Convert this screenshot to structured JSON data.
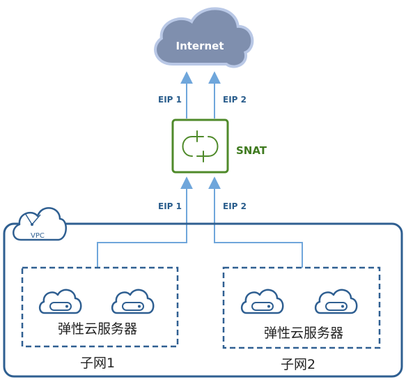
{
  "internet": {
    "label": "Internet"
  },
  "snat": {
    "label": "SNAT"
  },
  "upper_links": {
    "left": "EIP 1",
    "right": "EIP 2"
  },
  "lower_links": {
    "left": "EIP 1",
    "right": "EIP 2"
  },
  "vpc": {
    "label": "VPC"
  },
  "subnets": [
    {
      "label": "子网1",
      "servers_caption": "弹性云服务器"
    },
    {
      "label": "子网2",
      "servers_caption": "弹性云服务器"
    }
  ],
  "colors": {
    "vpc_border": "#2f5f91",
    "links": "#6fa6db",
    "snat_border": "#4f8a2a",
    "snat_text": "#3f7a1f",
    "label_blue": "#2a5d8c",
    "cloud_fill": "#7f8fae",
    "cloud_outline": "#b9c8e6"
  }
}
